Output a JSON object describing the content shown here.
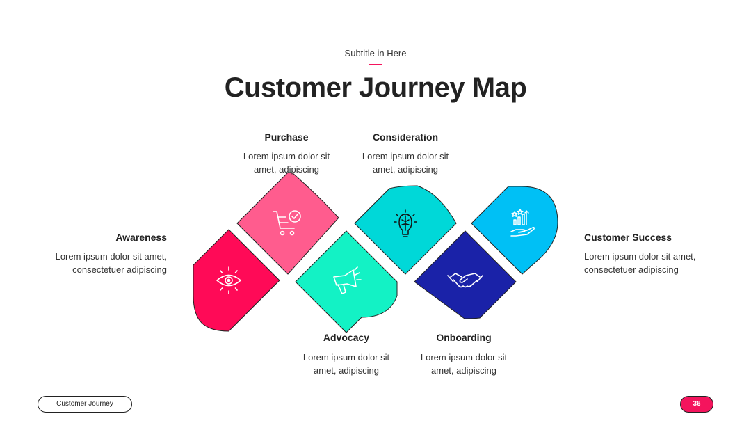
{
  "header": {
    "subtitle": "Subtitle in Here",
    "title": "Customer Journey Map"
  },
  "stages": {
    "awareness": {
      "title": "Awareness",
      "desc_line1": "Lorem ipsum dolor sit amet,",
      "desc_line2": "consectetuer adipiscing",
      "color": "#ff0a57",
      "icon": "eye-icon"
    },
    "purchase": {
      "title": "Purchase",
      "desc_line1": "Lorem ipsum dolor sit",
      "desc_line2": "amet, adipiscing",
      "color": "#ff5c8e",
      "icon": "shopping-cart-check-icon"
    },
    "advocacy": {
      "title": "Advocacy",
      "desc_line1": "Lorem ipsum dolor sit",
      "desc_line2": "amet, adipiscing",
      "color": "#13f2c5",
      "icon": "megaphone-icon"
    },
    "consideration": {
      "title": "Consideration",
      "desc_line1": "Lorem ipsum dolor sit",
      "desc_line2": "amet, adipiscing",
      "color": "#00d8d8",
      "icon": "brain-bulb-icon"
    },
    "onboarding": {
      "title": "Onboarding",
      "desc_line1": "Lorem ipsum dolor sit",
      "desc_line2": "amet, adipiscing",
      "color": "#1a22a8",
      "icon": "handshake-icon"
    },
    "customer_success": {
      "title": "Customer Success",
      "desc_line1": "Lorem ipsum dolor sit amet,",
      "desc_line2": "consectetuer adipiscing",
      "color": "#00c0f5",
      "icon": "growth-hand-icon"
    }
  },
  "footer": {
    "label": "Customer Journey",
    "page_number": "36",
    "accent": "#f4145d"
  }
}
